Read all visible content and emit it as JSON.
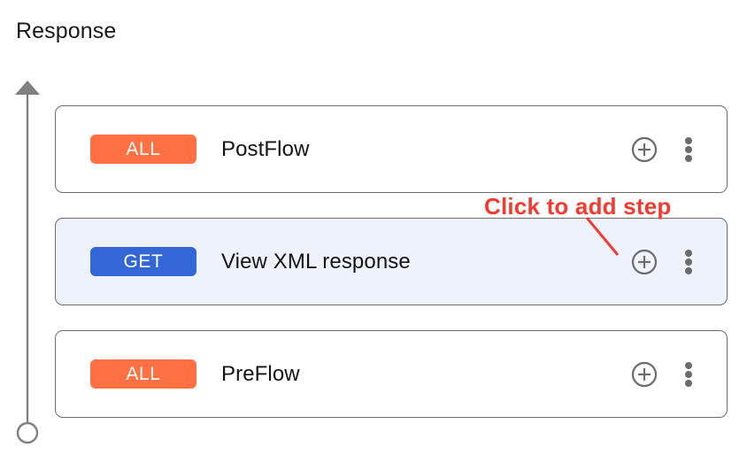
{
  "page": {
    "title": "Response",
    "background_color": "#ffffff"
  },
  "flow_axis": {
    "name": "flow-direction-arrow",
    "direction": "up",
    "color": "#808080",
    "start_marker": "circle",
    "end_marker": "arrowhead"
  },
  "colors": {
    "badge_all": "#ff7043",
    "badge_get": "#3366d6",
    "selected_row_background": "#eef2fd",
    "card_border": "#6d6d6d",
    "annotation_red": "#f4392f",
    "icon_gray": "#6b6b6b"
  },
  "steps": [
    {
      "method": "ALL",
      "method_style": "all",
      "label": "PostFlow",
      "selected": false,
      "add_icon": "plus-circle-icon",
      "menu_icon": "kebab-menu-icon"
    },
    {
      "method": "GET",
      "method_style": "get",
      "label": "View XML response",
      "selected": true,
      "add_icon": "plus-circle-icon",
      "menu_icon": "kebab-menu-icon"
    },
    {
      "method": "ALL",
      "method_style": "all",
      "label": "PreFlow",
      "selected": false,
      "add_icon": "plus-circle-icon",
      "menu_icon": "kebab-menu-icon"
    }
  ],
  "annotation": {
    "text": "Click to add step",
    "color": "#f4392f",
    "points_to": "plus-circle-icon"
  }
}
